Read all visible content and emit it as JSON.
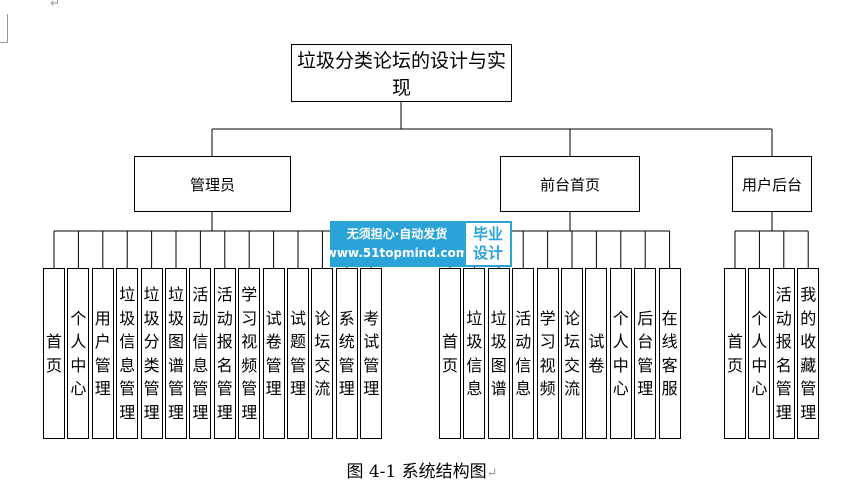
{
  "diagram": {
    "root": "垃圾分类论坛的设计与实现",
    "branches": [
      {
        "label": "管理员",
        "leaves": [
          "首页",
          "个人中心",
          "用户管理",
          "垃圾信息管理",
          "垃圾分类管理",
          "垃圾图谱管理",
          "活动信息管理",
          "活动报名管理",
          "学习视频管理",
          "试卷管理",
          "试题管理",
          "论坛交流",
          "系统管理",
          "考试管理"
        ]
      },
      {
        "label": "前台首页",
        "leaves": [
          "首页",
          "垃圾信息",
          "垃圾图谱",
          "活动信息",
          "学习视频",
          "论坛交流",
          "试卷",
          "个人中心",
          "后台管理",
          "在线客服"
        ]
      },
      {
        "label": "用户后台",
        "leaves": [
          "首页",
          "个人中心",
          "活动报名管理",
          "我的收藏管理"
        ]
      }
    ],
    "caption": "图 4-1  系统结构图",
    "paragraph_mark": "↵"
  },
  "watermark": {
    "line1": "无须担心·自动发货",
    "line2": "www.51topmind.com",
    "badge_line1": "毕业",
    "badge_line2": "设计"
  }
}
